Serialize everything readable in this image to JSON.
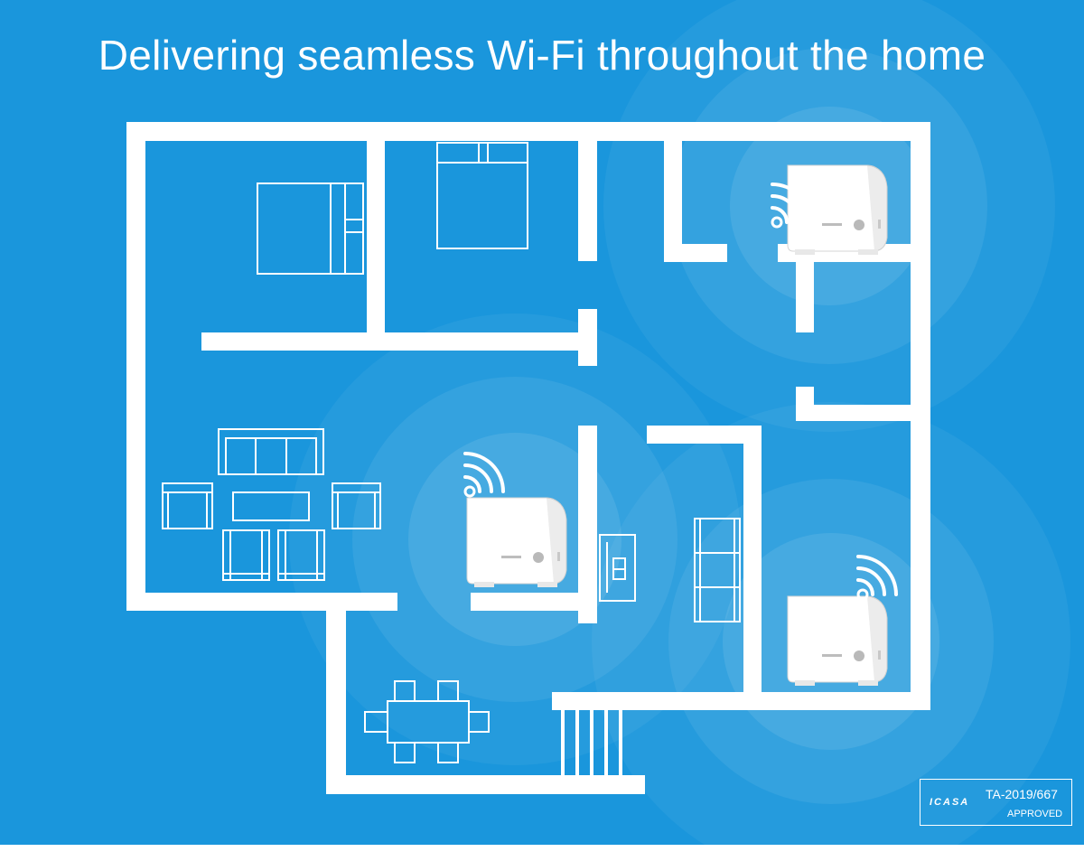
{
  "title": "Delivering seamless Wi-Fi throughout the home",
  "certification": {
    "logo_text": "ICASA",
    "code": "TA-2019/667",
    "status": "APPROVED"
  },
  "colors": {
    "background": "#1a96dc",
    "coverage": "#ffffff",
    "walls": "#ffffff",
    "device": "#ffffff",
    "device_button": "#b9b9b9"
  },
  "devices": [
    {
      "name": "mesh-router-top-right",
      "icon": "wifi-signal-icon"
    },
    {
      "name": "mesh-router-center",
      "icon": "wifi-signal-icon"
    },
    {
      "name": "mesh-router-bottom-right",
      "icon": "wifi-signal-icon"
    }
  ]
}
